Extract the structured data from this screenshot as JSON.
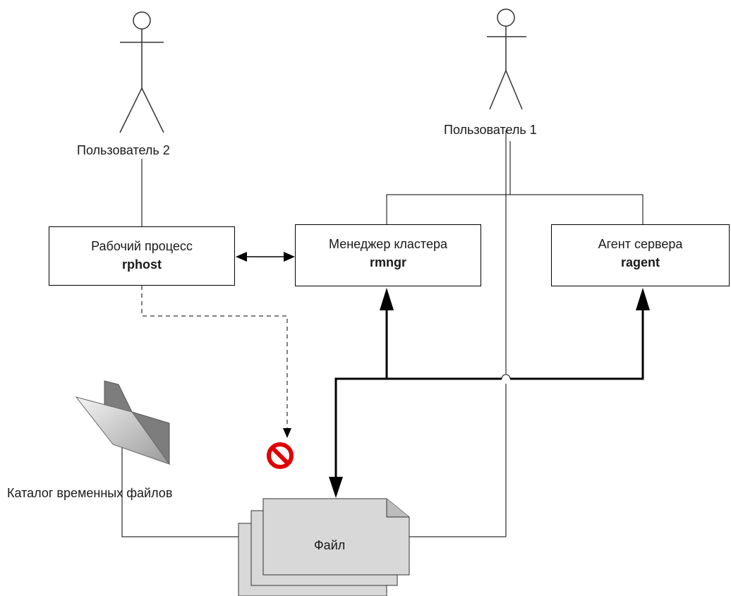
{
  "actors": {
    "user2": {
      "label": "Пользователь 2"
    },
    "user1": {
      "label": "Пользователь 1"
    }
  },
  "boxes": {
    "rphost": {
      "title": "Рабочий процесс",
      "process": "rphost"
    },
    "rmngr": {
      "title": "Менеджер кластера",
      "process": "rmngr"
    },
    "ragent": {
      "title": "Агент сервера",
      "process": "ragent"
    }
  },
  "folder": {
    "label": "Каталог временных файлов",
    "icon": "folder-icon"
  },
  "file": {
    "label": "Файл",
    "icon": "file-stack-icon"
  },
  "forbidden": {
    "icon": "no-entry-icon",
    "color": "#e00000"
  }
}
